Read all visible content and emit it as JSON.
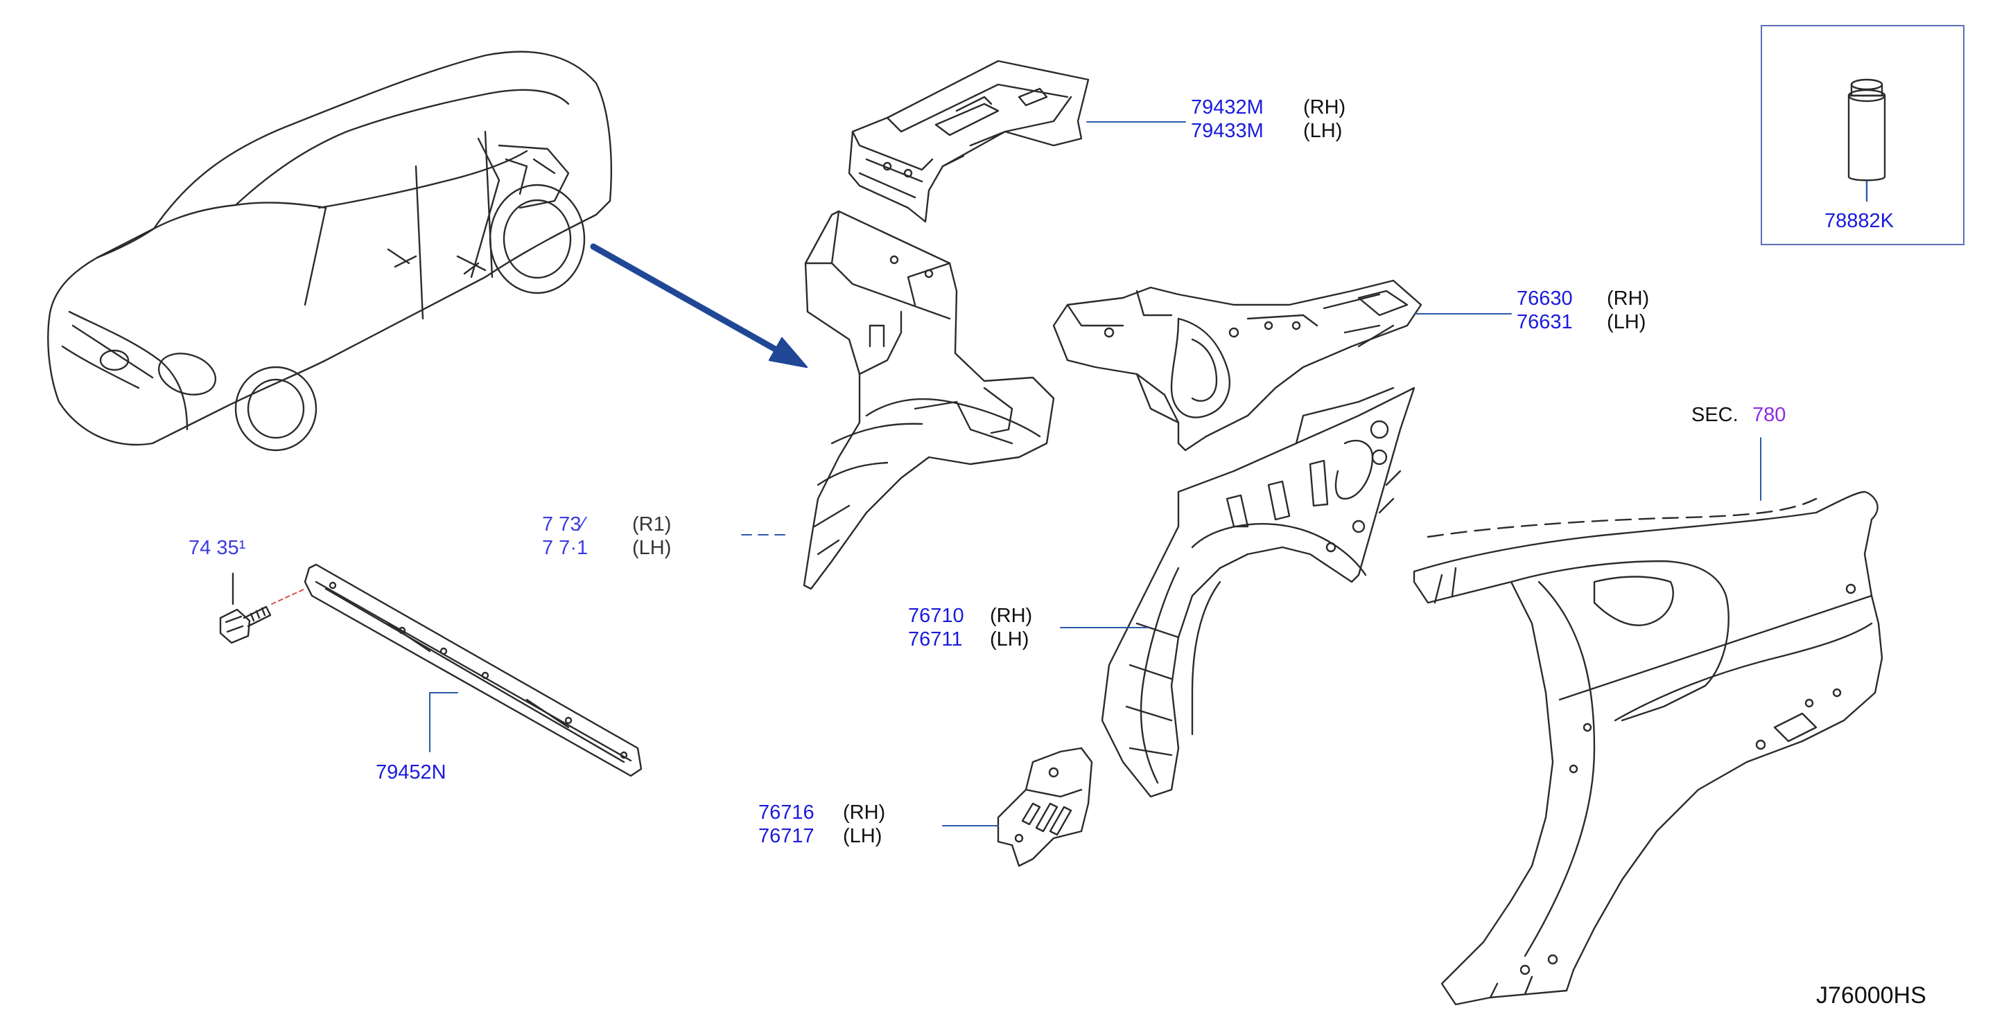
{
  "labels": {
    "p79432M": "79432M",
    "p79432M_side": "(RH)",
    "p79433M": "79433M",
    "p79433M_side": "(LH)",
    "p78882K": "78882K",
    "p76630": "76630",
    "p76630_side": "(RH)",
    "p76631": "76631",
    "p76631_side": "(LH)",
    "sec_prefix": "SEC.",
    "sec_num": "780",
    "p_bolt": "74 35¹",
    "p_inner_rh": "7 73⁄",
    "p_inner_rh_side": "(R1)",
    "p_inner_lh": "7 7·1",
    "p_inner_lh_side": "(LH)",
    "p76710": "76710",
    "p76710_side": "(RH)",
    "p76711": "76711",
    "p76711_side": "(LH)",
    "p79452N": "79452N",
    "p76716": "76716",
    "p76716_side": "(RH)",
    "p76717": "76717",
    "p76717_side": "(LH)",
    "diagram_code": "J76000HS"
  },
  "colors": {
    "part_number": "#1a1adc",
    "leader": "#2a5aa8",
    "arrow": "#1f4796",
    "line_art": "#2b2b2b",
    "sec_number": "#8a2be2",
    "inset_border": "#5b6fb5"
  },
  "icons": [
    "car-outline-icon",
    "direction-arrow-icon",
    "bolt-icon",
    "sealant-tube-icon"
  ]
}
